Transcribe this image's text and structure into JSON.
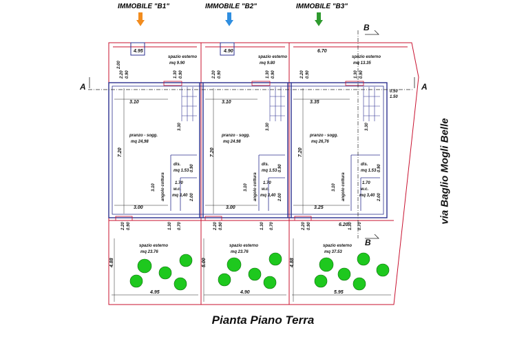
{
  "units": [
    {
      "label": "IMMOBILE \"B1\"",
      "color": "#f28c1e",
      "exterior_top": {
        "name": "spazio esterno",
        "area": "mq 9.90"
      },
      "room": {
        "name": "pranzo - sogg.",
        "area": "mq 24,98"
      },
      "dis": {
        "name": "dis.",
        "area": "mq 1.53"
      },
      "wc": {
        "name": "w.c.",
        "area": "mq 3,40"
      },
      "cottura": "angolo cottura",
      "exterior_bottom": {
        "name": "spazio esterno",
        "area": "mq 23.76"
      },
      "top_width": "4.95",
      "bottom_width": "4.95",
      "room_width": "3.10",
      "kitchen_width": "3.00",
      "side_depth": "4.88"
    },
    {
      "label": "IMMOBILE \"B2\"",
      "color": "#2f8ee0",
      "exterior_top": {
        "name": "spazio esterno",
        "area": "mq 9.80"
      },
      "room": {
        "name": "pranzo - sogg.",
        "area": "mq 24.98"
      },
      "dis": {
        "name": "dis.",
        "area": "mq 1.53"
      },
      "wc": {
        "name": "w.c.",
        "area": "mq 3,40"
      },
      "cottura": "angolo cottura",
      "exterior_bottom": {
        "name": "spazio esterno",
        "area": "mq 23.76"
      },
      "top_width": "4.90",
      "bottom_width": "4.90",
      "room_width": "3.10",
      "kitchen_width": "3.00",
      "side_depth": "5.00"
    },
    {
      "label": "IMMOBILE \"B3\"",
      "color": "#2e9a2e",
      "exterior_top": {
        "name": "spazio esterno",
        "area": "mq 13.35"
      },
      "room": {
        "name": "pranzo - sogg.",
        "area": "mq 26,76"
      },
      "dis": {
        "name": "dis.",
        "area": "mq 1.53"
      },
      "wc": {
        "name": "w.c.",
        "area": "mq 3,40"
      },
      "cottura": "angolo cottura",
      "exterior_bottom": {
        "name": "spazio esterno",
        "area": "mq 37.53"
      },
      "top_width": "6.70",
      "bottom_width": "5.95",
      "room_width": "3.35",
      "kitchen_width": "3.25",
      "side_depth": "4.88"
    }
  ],
  "dims": {
    "front_gap": "2.00",
    "depth": "7.20",
    "stair": "3.30",
    "kitchen_depth": "3.10",
    "wc_depth": "2.00",
    "dis_w": "1.70",
    "opening_a": "0.90",
    "opening_b": "1.30",
    "opening_c": "2.20",
    "opening_d": "0.70",
    "b3_rear": "6.20",
    "wall_a": "0.50",
    "wall_b": "1.50",
    "partition": "0.90"
  },
  "section_a": "A",
  "section_b": "B",
  "street": "via Baglio Mogli Belle",
  "title": "Pianta Piano Terra",
  "line_color": "#c8102e",
  "plan_color": "#2b2f8f"
}
